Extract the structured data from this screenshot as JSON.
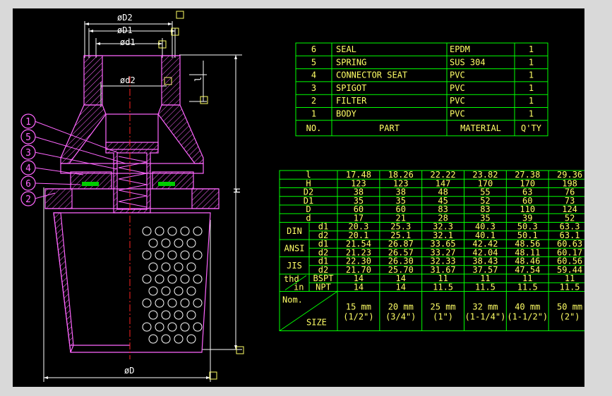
{
  "dims": {
    "D2": "øD2",
    "D1": "øD1",
    "d1": "ød1",
    "d2": "ød2",
    "D": "øD",
    "l": "l",
    "H": "H"
  },
  "balloons": [
    "1",
    "5",
    "3",
    "4",
    "6",
    "2"
  ],
  "parts_table": {
    "rows": [
      {
        "no": "6",
        "part": "SEAL",
        "material": "EPDM",
        "qty": "1"
      },
      {
        "no": "5",
        "part": "SPRING",
        "material": "SUS 304",
        "qty": "1"
      },
      {
        "no": "4",
        "part": "CONNECTOR SEAT",
        "material": "PVC",
        "qty": "1"
      },
      {
        "no": "3",
        "part": "SPIGOT",
        "material": "PVC",
        "qty": "1"
      },
      {
        "no": "2",
        "part": "FILTER",
        "material": "PVC",
        "qty": "1"
      },
      {
        "no": "1",
        "part": "BODY",
        "material": "PVC",
        "qty": "1"
      }
    ],
    "header": {
      "no": "NO.",
      "part": "PART",
      "material": "MATERIAL",
      "qty": "Q'TY"
    }
  },
  "dim_table": {
    "simple_rows": [
      {
        "label": "l",
        "values": [
          "17.48",
          "18.26",
          "22.22",
          "23.82",
          "27.38",
          "29.36"
        ]
      },
      {
        "label": "H",
        "values": [
          "123",
          "123",
          "147",
          "170",
          "170",
          "198"
        ]
      },
      {
        "label": "D2",
        "values": [
          "38",
          "38",
          "48",
          "55",
          "63",
          "76"
        ]
      },
      {
        "label": "D1",
        "values": [
          "35",
          "35",
          "45",
          "52",
          "60",
          "73"
        ]
      },
      {
        "label": "D",
        "values": [
          "60",
          "60",
          "83",
          "83",
          "110",
          "124"
        ]
      },
      {
        "label": "d",
        "values": [
          "17",
          "21",
          "28",
          "35",
          "39",
          "52"
        ]
      }
    ],
    "groups": [
      {
        "label": "DIN",
        "rows": [
          {
            "sub": "d1",
            "values": [
              "20.3",
              "25.3",
              "32.3",
              "40.3",
              "50.3",
              "63.3"
            ]
          },
          {
            "sub": "d2",
            "values": [
              "20.1",
              "25.1",
              "32.1",
              "40.1",
              "50.1",
              "63.1"
            ]
          }
        ]
      },
      {
        "label": "ANSI",
        "rows": [
          {
            "sub": "d1",
            "values": [
              "21.54",
              "26.87",
              "33.65",
              "42.42",
              "48.56",
              "60.63"
            ]
          },
          {
            "sub": "d2",
            "values": [
              "21.23",
              "26.57",
              "33.27",
              "42.04",
              "48.11",
              "60.17"
            ]
          }
        ]
      },
      {
        "label": "JIS",
        "rows": [
          {
            "sub": "d1",
            "values": [
              "22.30",
              "26.30",
              "32.33",
              "38.43",
              "48.46",
              "60.56"
            ]
          },
          {
            "sub": "d2",
            "values": [
              "21.70",
              "25.70",
              "31.67",
              "37.57",
              "47.54",
              "59.44"
            ]
          }
        ]
      }
    ],
    "thd": {
      "label_top": "thd",
      "label_bottom": "in",
      "rows": [
        {
          "sub": "BSPT",
          "values": [
            "14",
            "14",
            "11",
            "11",
            "11",
            "11"
          ]
        },
        {
          "sub": "NPT",
          "values": [
            "14",
            "14",
            "11.5",
            "11.5",
            "11.5",
            "11.5"
          ]
        }
      ]
    },
    "nom": {
      "label_top": "Nom.",
      "label_bottom": "SIZE",
      "sizes": [
        {
          "mm": "15 mm",
          "inch": "(1/2\")"
        },
        {
          "mm": "20 mm",
          "inch": "(3/4\")"
        },
        {
          "mm": "25 mm",
          "inch": "(1\")"
        },
        {
          "mm": "32 mm",
          "inch": "(1-1/4\")"
        },
        {
          "mm": "40 mm",
          "inch": "(1-1/2\")"
        },
        {
          "mm": "50 mm",
          "inch": "(2\")"
        }
      ]
    }
  },
  "colors": {
    "background": "#000000",
    "frame": "#d9d9d9",
    "table_lines": "#00ff00",
    "table_text": "#ffff66",
    "body_outline": "#ff66ff",
    "dim_lines": "#ffffff",
    "centerline": "#ff2222",
    "seal": "#00cc00"
  }
}
